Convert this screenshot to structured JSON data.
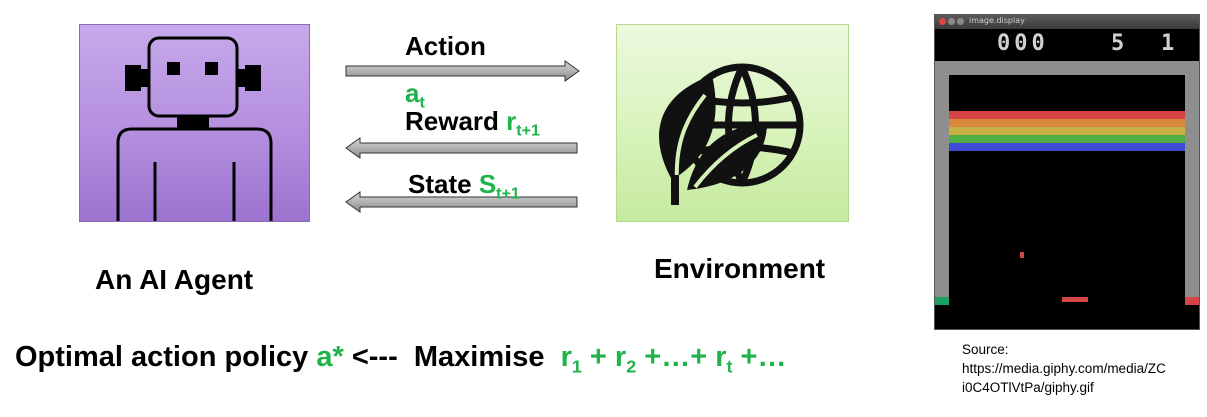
{
  "agent": {
    "label": "An AI Agent",
    "icon": "robot-icon",
    "fill_color": "#b48fdf"
  },
  "environment": {
    "label": "Environment",
    "icon": "globe-leaf-icon",
    "fill_color": "#d6f2b8"
  },
  "arrows": {
    "action": {
      "label": "Action",
      "symbol": "a",
      "subscript": "t"
    },
    "reward": {
      "label": "Reward",
      "symbol": "r",
      "subscript": "t+1"
    },
    "state": {
      "label": "State",
      "symbol": "S",
      "subscript": "t+1"
    }
  },
  "equation": {
    "prefix": "Optimal action policy",
    "policy": "a*",
    "arrow": "<---",
    "verb": "Maximise",
    "sum": [
      "r",
      "1",
      " + r",
      "2",
      " +…+ r",
      "t",
      " +…"
    ]
  },
  "game": {
    "window_title": "image.display",
    "score": "000",
    "lives": "5",
    "player": "1",
    "brick_colors": [
      "#d64545",
      "#d98a3a",
      "#c8b046",
      "#4fae43",
      "#3f49d4"
    ]
  },
  "source": {
    "heading": "Source:",
    "url_line1": "https://media.giphy.com/media/ZC",
    "url_line2": "i0C4OTlVtPa/giphy.gif"
  },
  "colors": {
    "accent_green": "#1fb34a",
    "arrow_gray": "#b0b0b0"
  }
}
